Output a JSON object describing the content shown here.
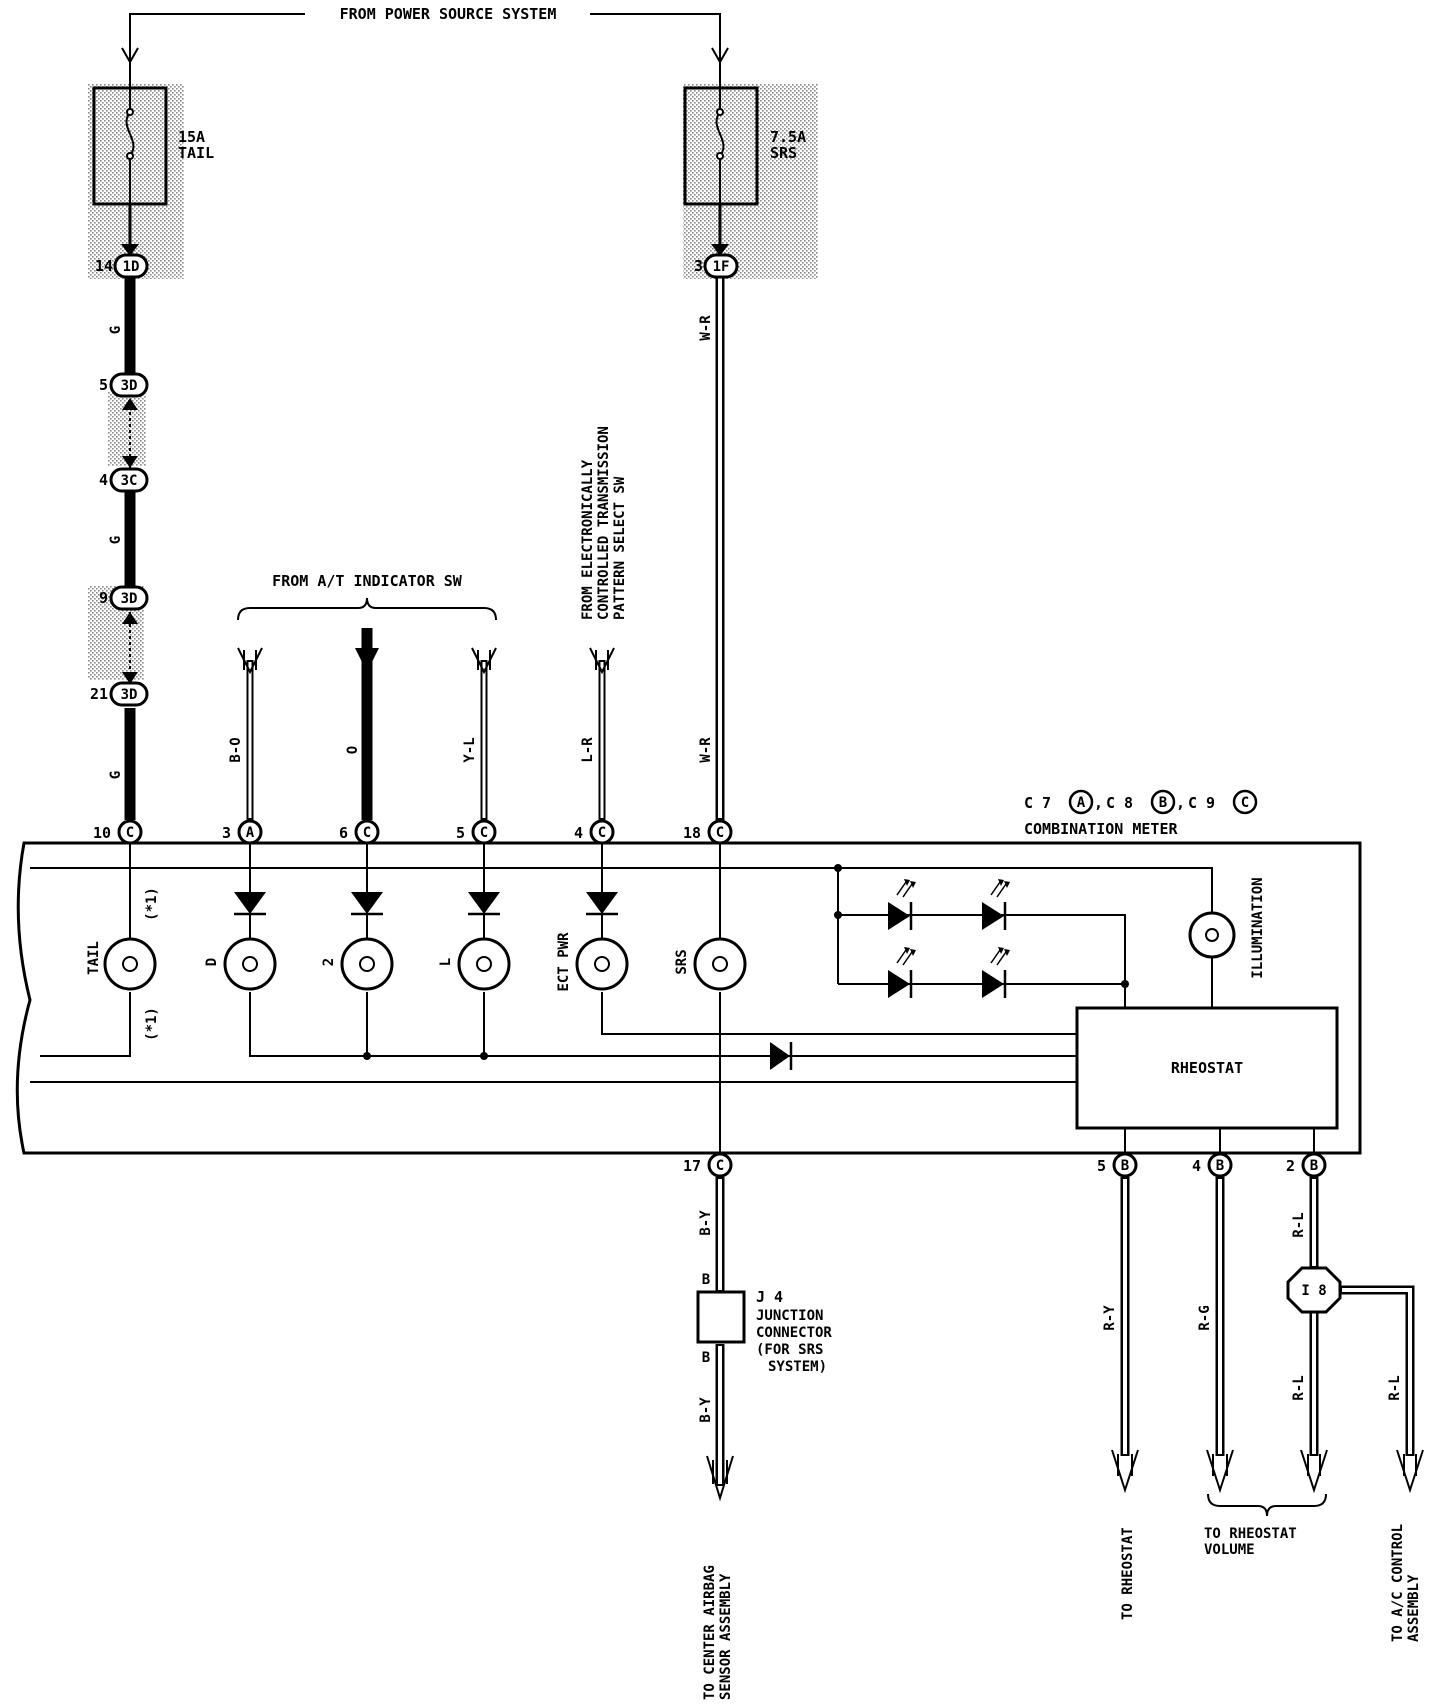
{
  "power_source": "FROM POWER SOURCE SYSTEM",
  "fuses": {
    "tail": {
      "rating": "15A",
      "name": "TAIL"
    },
    "srs": {
      "rating": "7.5A",
      "name": "SRS"
    }
  },
  "junction_pins": {
    "tail_in": {
      "num": "14",
      "code": "1D"
    },
    "srs_in": {
      "num": "3",
      "code": "1F"
    },
    "j1": {
      "num": "5",
      "code": "3D"
    },
    "j2": {
      "num": "4",
      "code": "3C"
    },
    "j3": {
      "num": "9",
      "code": "3D"
    },
    "j4": {
      "num": "21",
      "code": "3D"
    }
  },
  "wire_colors": {
    "g1": "G",
    "g2": "G",
    "g3": "G",
    "wr1": "W-R",
    "wr2": "W-R",
    "bo": "B-O",
    "o": "O",
    "yl": "Y-L",
    "lr": "L-R",
    "by1": "B-Y",
    "by2": "B-Y",
    "b1": "B",
    "b2": "B",
    "ry": "R-Y",
    "rg": "R-G",
    "rl1": "R-L",
    "rl2": "R-L",
    "rl3": "R-L"
  },
  "inputs": {
    "at_indicator": "FROM A/T INDICATOR SW",
    "ect_lines": [
      "FROM ELECTRONICALLY",
      "CONTROLLED TRANSMISSION",
      "PATTERN SELECT SW"
    ]
  },
  "meter": {
    "connectors": {
      "c7": "C 7",
      "c7_code": "A",
      "c8": "C 8",
      "c8_code": "B",
      "c9": "C 9",
      "c9_code": "C"
    },
    "title": "COMBINATION METER",
    "top_pins": [
      {
        "num": "10",
        "code": "C"
      },
      {
        "num": "3",
        "code": "A"
      },
      {
        "num": "6",
        "code": "C"
      },
      {
        "num": "5",
        "code": "C"
      },
      {
        "num": "4",
        "code": "C"
      },
      {
        "num": "18",
        "code": "C"
      }
    ],
    "bottom_pins": [
      {
        "num": "17",
        "code": "C"
      },
      {
        "num": "5",
        "code": "B"
      },
      {
        "num": "4",
        "code": "B"
      },
      {
        "num": "2",
        "code": "B"
      }
    ],
    "lamps": [
      "TAIL",
      "D",
      "2",
      "L",
      "ECT PWR",
      "SRS"
    ],
    "note": "(*1)",
    "illumination": "ILLUMINATION",
    "rheostat": "RHEOSTAT"
  },
  "junction_connector": {
    "id": "J 4",
    "lines": [
      "JUNCTION",
      "CONNECTOR",
      "(FOR SRS",
      "SYSTEM)"
    ]
  },
  "connector_i8": "I 8",
  "destinations": {
    "airbag": [
      "TO CENTER AIRBAG",
      "SENSOR ASSEMBLY"
    ],
    "rheostat": "TO RHEOSTAT",
    "rheostat_volume": [
      "TO RHEOSTAT",
      "VOLUME"
    ],
    "ac": [
      "TO A/C CONTROL",
      "ASSEMBLY"
    ]
  }
}
